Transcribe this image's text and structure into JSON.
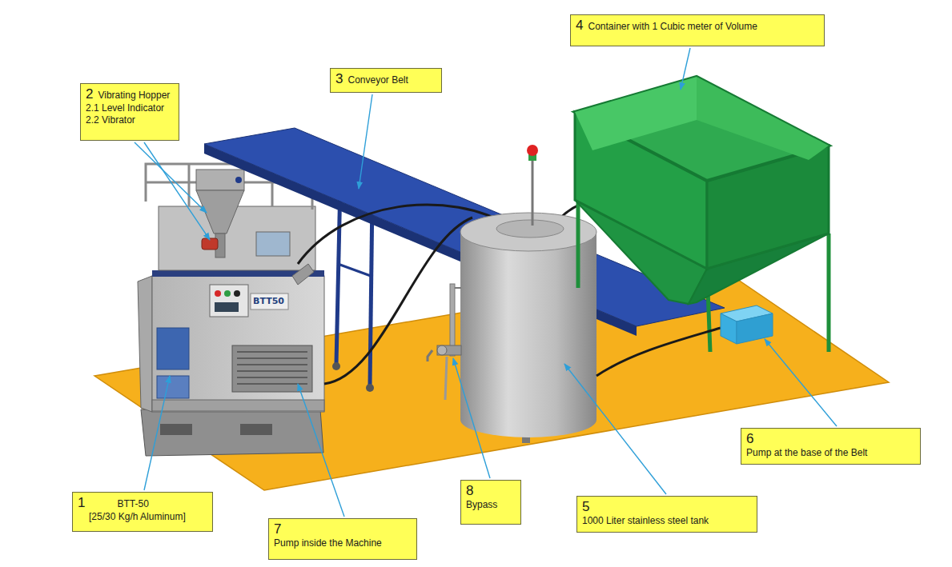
{
  "diagram": {
    "nodes": [
      {
        "text": [
          "4",
          "Container with 1 Cubic meter of Volume"
        ]
      },
      {
        "text": [
          "3",
          "Conveyor Belt"
        ]
      },
      {
        "text": [
          "2",
          "Vibrating Hopper",
          "2.1 Level Indicator",
          "2.2 Vibrator"
        ]
      },
      {
        "text": [
          "6",
          "Pump at the base of the Belt"
        ]
      },
      {
        "text": [
          "8",
          "Bypass"
        ]
      },
      {
        "text": [
          "1",
          "BTT-50",
          "[25/30 Kg/h Aluminum]"
        ]
      },
      {
        "text": [
          "5",
          "1000 Liter stainless steel tank"
        ]
      },
      {
        "text": [
          "7",
          "Pump inside the Machine"
        ]
      }
    ],
    "labels": [
      "BTT50"
    ]
  }
}
